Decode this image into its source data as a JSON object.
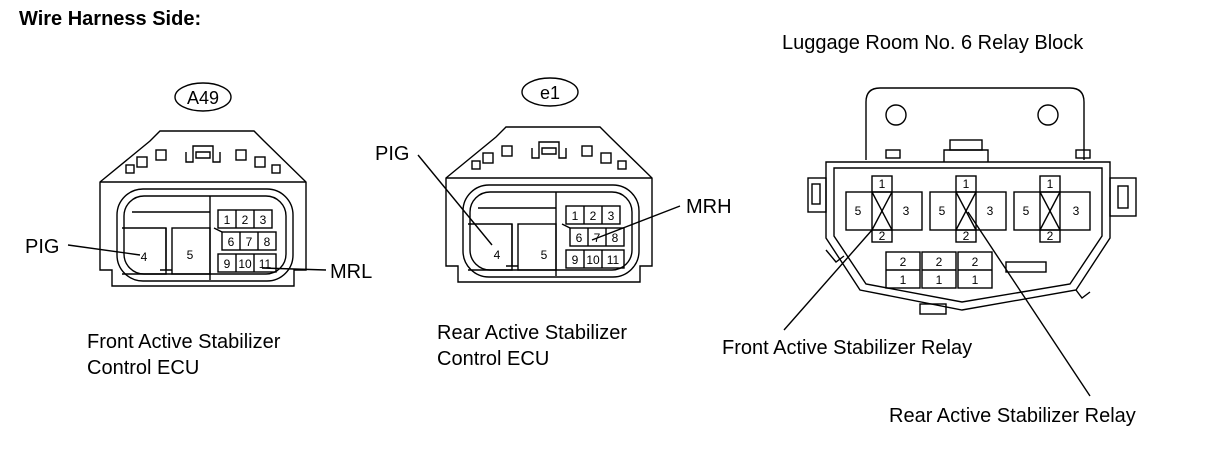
{
  "heading": "Wire Harness Side:",
  "connectors": {
    "front": {
      "code": "A49",
      "pin_labels": {
        "pig": "PIG",
        "mrl": "MRL"
      },
      "pins_top": [
        "1",
        "2",
        "3"
      ],
      "pins_mid": [
        "6",
        "7",
        "8"
      ],
      "pins_bot": [
        "9",
        "10",
        "11"
      ],
      "pin4": "4",
      "pin5": "5",
      "caption_line1": "Front Active Stabilizer",
      "caption_line2": "Control ECU"
    },
    "rear": {
      "code": "e1",
      "pin_labels": {
        "pig": "PIG",
        "mrh": "MRH"
      },
      "pins_top": [
        "1",
        "2",
        "3"
      ],
      "pins_mid": [
        "6",
        "7",
        "8"
      ],
      "pins_bot": [
        "9",
        "10",
        "11"
      ],
      "pin4": "4",
      "pin5": "5",
      "caption_line1": "Rear Active Stabilizer",
      "caption_line2": "Control ECU"
    }
  },
  "relay_block": {
    "title": "Luggage Room No. 6 Relay Block",
    "relay_pins": {
      "top": "1",
      "bottom": "2",
      "left": "5",
      "right": "3"
    },
    "small_pins": {
      "top": "2",
      "bottom": "1"
    },
    "front_relay_label": "Front Active Stabilizer Relay",
    "rear_relay_label": "Rear Active Stabilizer Relay"
  }
}
